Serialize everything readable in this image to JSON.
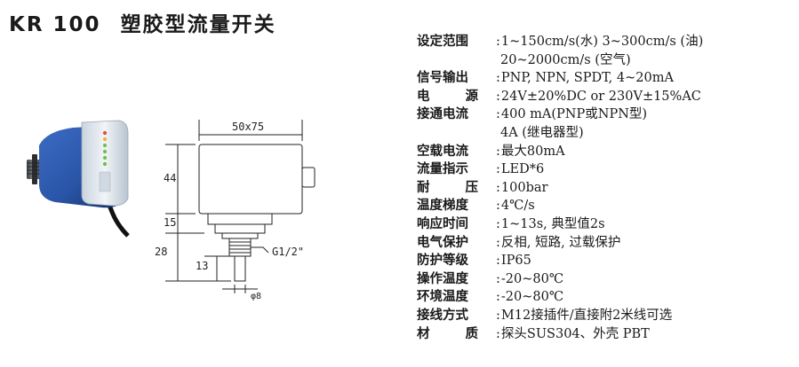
{
  "title": {
    "model": "KR 100",
    "name": "塑胶型流量开关"
  },
  "drawing": {
    "dim_width": "50x75",
    "dim_height": "44",
    "dim_nut": "15",
    "dim_thread": "28",
    "dim_probe": "13",
    "thread_label": "G1/2\"",
    "probe_dia": "φ8"
  },
  "specs": [
    {
      "label": "设定范围",
      "value": "1~150cm/s(水) 3~300cm/s (油)",
      "cont": "20~2000cm/s (空气)"
    },
    {
      "label": "信号输出",
      "value": "PNP, NPN, SPDT, 4~20mA"
    },
    {
      "label": "电源",
      "value": "24V±20%DC or 230V±15%AC"
    },
    {
      "label": "接通电流",
      "value": "400 mA(PNP或NPN型)",
      "cont": "4A (继电器型)"
    },
    {
      "label": "空载电流",
      "value": "最大80mA"
    },
    {
      "label": "流量指示",
      "value": "LED*6"
    },
    {
      "label": "耐压",
      "value": "100bar"
    },
    {
      "label": "温度梯度",
      "value": "4℃/s"
    },
    {
      "label": "响应时间",
      "value": "1~13s, 典型值2s"
    },
    {
      "label": "电气保护",
      "value": "反相, 短路, 过载保护"
    },
    {
      "label": "防护等级",
      "value": "IP65"
    },
    {
      "label": "操作温度",
      "value": "-20~80℃"
    },
    {
      "label": "环境温度",
      "value": "-20~80℃"
    },
    {
      "label": "接线方式",
      "value": "M12接插件/直接附2米线可选"
    },
    {
      "label": "材质",
      "value": "探头SUS304、外壳 PBT"
    }
  ],
  "colors": {
    "housing": "#2a55a8",
    "housing_dark": "#173a7a",
    "cap": "#dfe6ee",
    "metal": "#6b6f74"
  }
}
